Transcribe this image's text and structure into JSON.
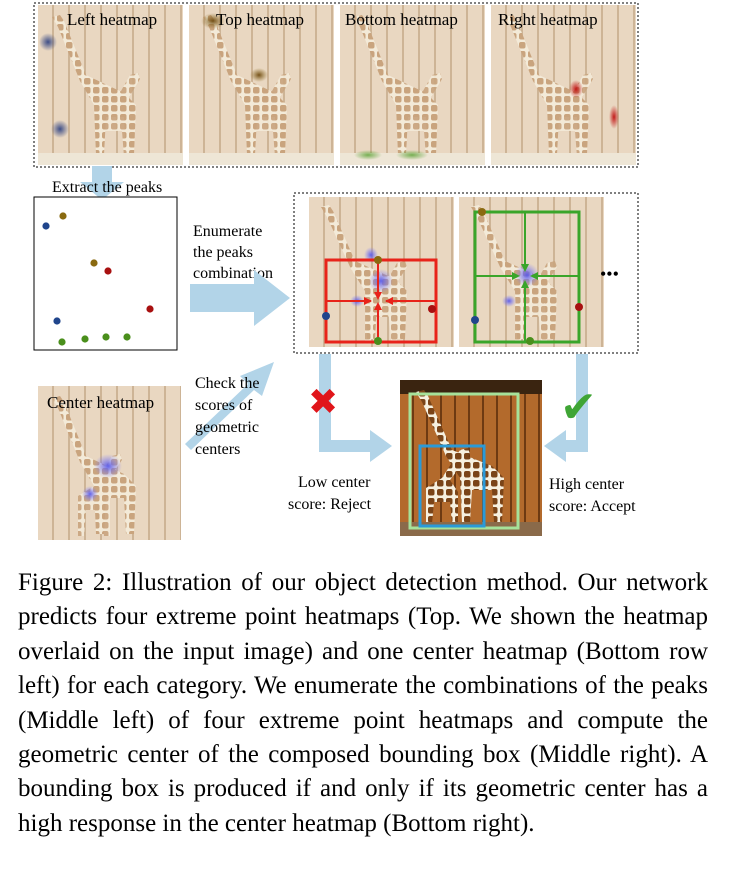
{
  "figure": {
    "heatmap_labels": [
      "Left heatmap",
      "Top heatmap",
      "Bottom heatmap",
      "Right heatmap"
    ],
    "extract_label": "Extract the peaks",
    "enumerate_label": [
      "Enumerate",
      "the peaks",
      "combination"
    ],
    "ellipsis": "•••",
    "center_heatmap_label": "Center heatmap",
    "check_label": [
      "Check the",
      "scores of",
      "geometric",
      "centers"
    ],
    "reject_label": [
      "Low center",
      "score: Reject"
    ],
    "accept_label": [
      "High center",
      "score: Accept"
    ],
    "reject_mark": "✖",
    "accept_mark": "✔",
    "colors": {
      "arrow": "#b2d4e8",
      "reject_box": "#e8231a",
      "accept_box": "#3aa52a",
      "reject_mark": "#e0151a",
      "accept_mark": "#3fa535",
      "peak_left": "#20458c",
      "peak_top": "#8a6a10",
      "peak_bottom": "#4a8f1c",
      "peak_right": "#a81010",
      "final_box_large": "#a6e29a",
      "final_box_small": "#2a9ad8"
    }
  },
  "caption": {
    "text": "Figure 2: Illustration of our object detection method. Our network predicts four extreme point heatmaps (Top. We shown the heatmap overlaid on the input image) and one center heatmap (Bottom row left) for each category. We enumerate the combinations of the peaks (Middle left) of four extreme point heatmaps and compute the geometric center of the composed bounding box (Middle right). A bounding box is produced if and only if its geometric center has a high response in the center heatmap (Bottom right)."
  }
}
